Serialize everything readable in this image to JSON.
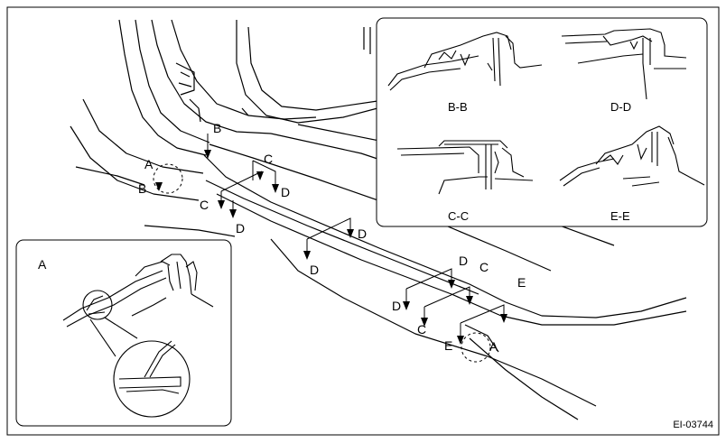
{
  "main_labels": {
    "b_top": "B",
    "b_left": "B",
    "a_left": "A",
    "c_top": "C",
    "c_left": "C",
    "d_right": "D",
    "d_left": "D",
    "d_mid_right": "D",
    "d_mid_left": "D",
    "d_far_top": "D",
    "c_far_top": "C",
    "e_far_top": "E",
    "d_far_left": "D",
    "c_far_left": "C",
    "e_far_left": "E",
    "a_far": "A"
  },
  "sections": {
    "bb": "B-B",
    "dd": "D-D",
    "cc": "C-C",
    "ee": "E-E"
  },
  "detail": {
    "label": "A"
  },
  "figure_code": "EI-03744"
}
